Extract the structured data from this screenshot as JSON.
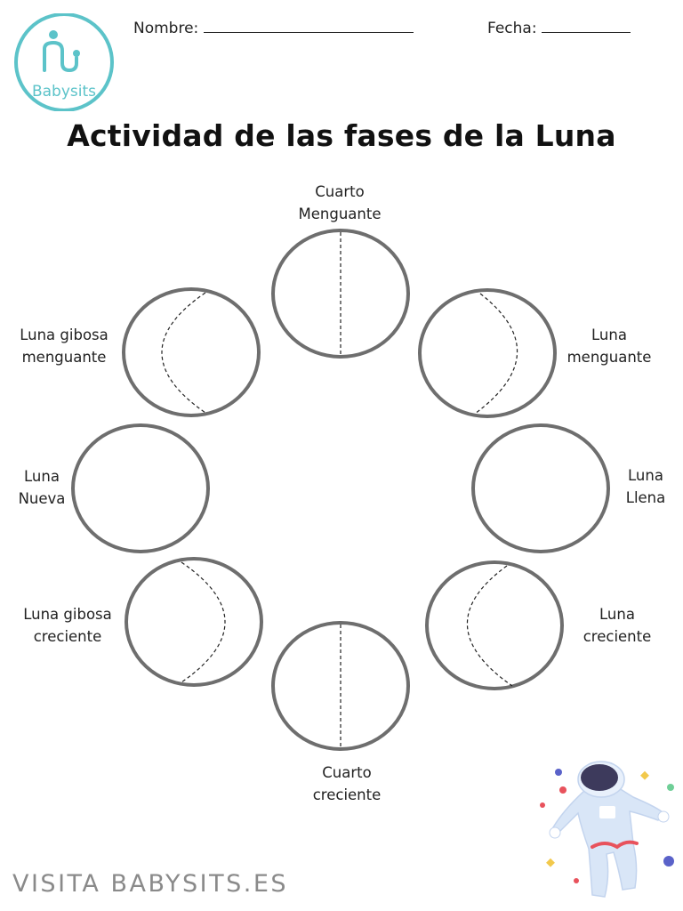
{
  "logo": {
    "text": "Babysits",
    "color": "#5cc3c9"
  },
  "header": {
    "name_label": "Nombre:",
    "date_label": "Fecha:"
  },
  "title": "Actividad de las fases de la Luna",
  "phases": [
    {
      "id": "cuarto-menguante",
      "line1": "Cuarto",
      "line2": "Menguante",
      "guide": "half"
    },
    {
      "id": "luna-menguante",
      "line1": "Luna",
      "line2": "menguante",
      "guide": "crescent-right"
    },
    {
      "id": "luna-llena",
      "line1": "Luna",
      "line2": "Llena",
      "guide": "none"
    },
    {
      "id": "luna-creciente",
      "line1": "Luna",
      "line2": "creciente",
      "guide": "crescent-left"
    },
    {
      "id": "cuarto-creciente",
      "line1": "Cuarto",
      "line2": "creciente",
      "guide": "half"
    },
    {
      "id": "luna-gibosa-creciente",
      "line1": "Luna gibosa",
      "line2": "creciente",
      "guide": "gibbous-right"
    },
    {
      "id": "luna-nueva",
      "line1": "Luna",
      "line2": "Nueva",
      "guide": "none"
    },
    {
      "id": "luna-gibosa-menguante",
      "line1": "Luna gibosa",
      "line2": "menguante",
      "guide": "gibbous-left"
    }
  ],
  "footer": "VISITA BABYSITS.ES",
  "colors": {
    "circle_stroke": "#6e6e6e",
    "dashed_guide": "#222222",
    "astronaut_suit": "#d9e6f7",
    "astronaut_visor": "#3d3a5c",
    "astronaut_belt": "#e8525c"
  }
}
